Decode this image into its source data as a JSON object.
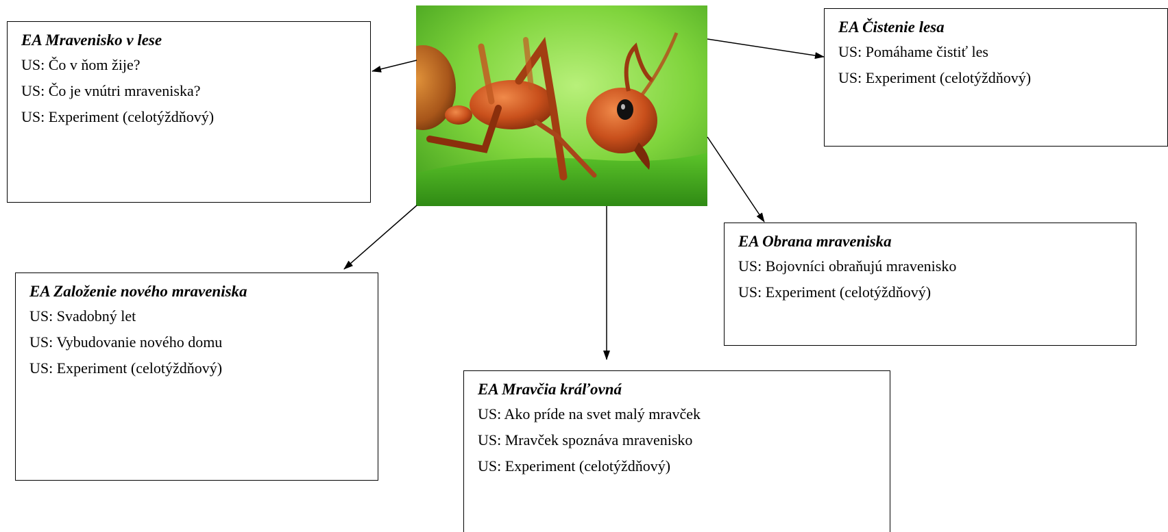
{
  "center_image": {
    "icon": "ant-photo"
  },
  "boxes": [
    {
      "title": "EA Mravenisko v lese",
      "lines": [
        "US: Čo v ňom žije?",
        "US: Čo je vnútri mraveniska?",
        "US: Experiment (celotýždňový)"
      ]
    },
    {
      "title": "EA Čistenie lesa",
      "lines": [
        "US: Pomáhame čistiť les",
        "US: Experiment (celotýždňový)"
      ]
    },
    {
      "title": "EA Obrana mraveniska",
      "lines": [
        "US: Bojovníci obraňujú mravenisko",
        "US: Experiment (celotýždňový)"
      ]
    },
    {
      "title": "EA Založenie nového mraveniska",
      "lines": [
        "US: Svadobný let",
        "US: Vybudovanie nového domu",
        "US: Experiment (celotýždňový)"
      ]
    },
    {
      "title": "EA Mravčia kráľovná",
      "lines": [
        "US: Ako príde na svet malý mravček",
        "US: Mravček spoznáva mravenisko",
        "US: Experiment (celotýždňový)"
      ]
    }
  ]
}
